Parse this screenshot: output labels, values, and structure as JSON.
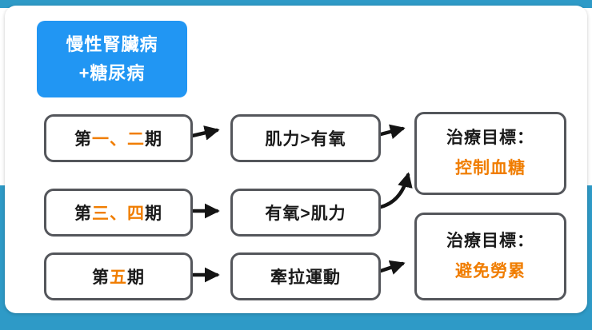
{
  "colors": {
    "background_blue": "#2E9AC7",
    "title_box_blue": "#2196F3",
    "highlight_orange": "#F07D00",
    "box_border_gray": "#54565B",
    "arrow_black": "#141414",
    "card_white": "#FFFFFF"
  },
  "title_box": {
    "line1": "慢性腎臟病",
    "line2": "+糖尿病"
  },
  "rows": [
    {
      "stage": {
        "prefix": "第",
        "highlight": "一、二",
        "suffix": "期"
      },
      "exercise": "肌力>有氧"
    },
    {
      "stage": {
        "prefix": "第",
        "highlight": "三、四",
        "suffix": "期"
      },
      "exercise": "有氧>肌力"
    },
    {
      "stage": {
        "prefix": "第",
        "highlight": "五",
        "suffix": "期"
      },
      "exercise": "牽拉運動"
    }
  ],
  "goals": [
    {
      "label": "治療目標：",
      "value": "控制血糖"
    },
    {
      "label": "治療目標：",
      "value": "避免勞累"
    }
  ]
}
